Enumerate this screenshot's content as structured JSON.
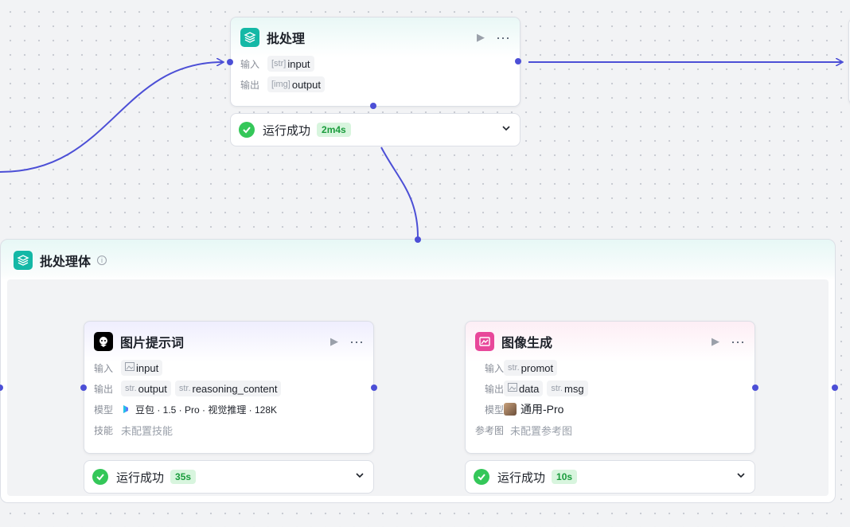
{
  "batch_node": {
    "title": "批处理",
    "inputs_label": "输入",
    "input_type": "[str]",
    "input_name": "input",
    "outputs_label": "输出",
    "output_type": "[img]",
    "output_name": "output",
    "status": "运行成功",
    "duration": "2m4s"
  },
  "batch_body": {
    "title": "批处理体"
  },
  "prompt_node": {
    "title": "图片提示词",
    "inputs_label": "输入",
    "input_type": "img",
    "input_name": "input",
    "outputs_label": "输出",
    "outputs": [
      {
        "type": "str.",
        "name": "output"
      },
      {
        "type": "str.",
        "name": "reasoning_content"
      }
    ],
    "model_label": "模型",
    "model_value": "豆包 · 1.5 · Pro · 视觉推理 · 128K",
    "skill_label": "技能",
    "skill_value": "未配置技能",
    "status": "运行成功",
    "duration": "35s"
  },
  "image_node": {
    "title": "图像生成",
    "inputs_label": "输入",
    "input_type": "str.",
    "input_name": "promot",
    "outputs_label": "输出",
    "outputs": [
      {
        "type": "img",
        "name": "data"
      },
      {
        "type": "str.",
        "name": "msg"
      }
    ],
    "model_label": "模型",
    "model_value": "通用-Pro",
    "ref_label": "参考图",
    "ref_value": "未配置参考图",
    "status": "运行成功",
    "duration": "10s"
  },
  "colors": {
    "wire": "#4c4fd6",
    "success": "#34c759",
    "batch_icon": "#14b8a6",
    "image_icon": "#e8479a"
  }
}
